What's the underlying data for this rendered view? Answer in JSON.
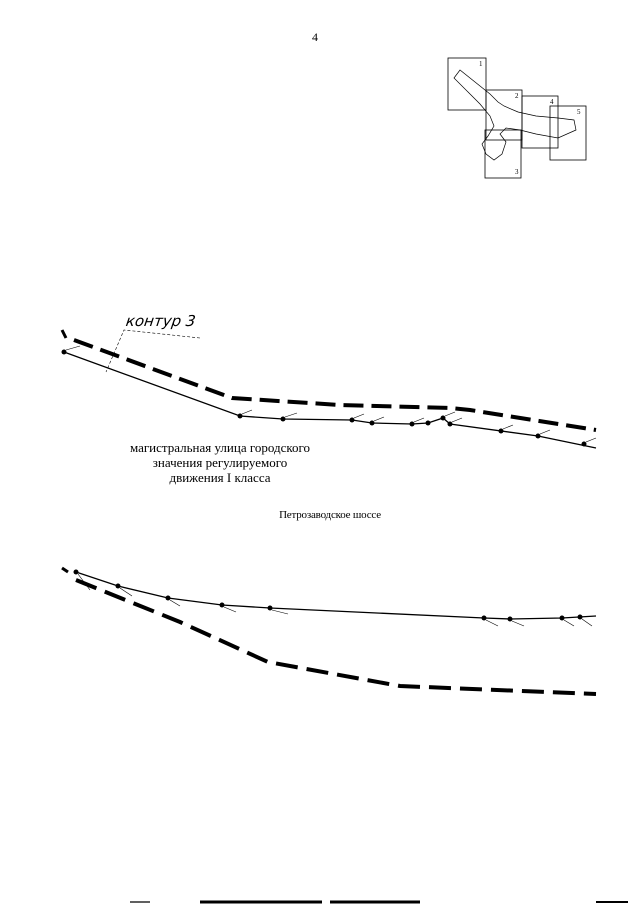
{
  "page": {
    "number": "4"
  },
  "key_map": {
    "sheets": [
      "1",
      "2",
      "3",
      "4",
      "5"
    ]
  },
  "contour": {
    "label": "контур 3"
  },
  "street": {
    "description_lines": [
      "магистральная улица городского",
      "значения регулируемого",
      "движения I класса"
    ],
    "name": "Петрозаводское шоссе"
  },
  "colors": {
    "ink": "#000000",
    "paper": "#ffffff"
  }
}
